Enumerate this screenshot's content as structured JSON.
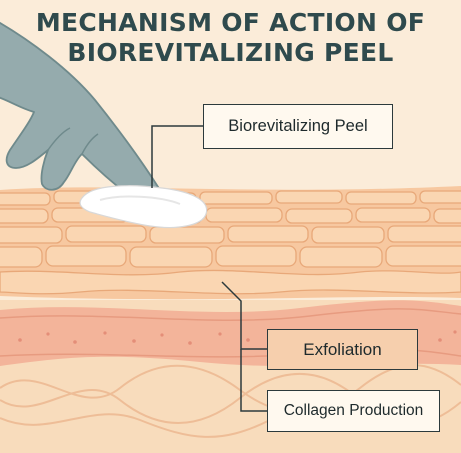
{
  "title": {
    "line1": "MECHANISM OF ACTION OF",
    "line2": "BIOREVITALIZING PEEL"
  },
  "labels": {
    "peel": "Biorevitalizing Peel",
    "exfoliation": "Exfoliation",
    "collagen": "Collagen Production"
  },
  "colors": {
    "background": "#fbecd9",
    "title": "#2f4a4d",
    "glove": "#95abad",
    "skin_cells": "#fad6b2",
    "cell_outline": "#e8a879",
    "dermis_band": "#f3b49a",
    "dermis_lower": "#f8dcbc",
    "wave_lines": "#eebd97",
    "peel_pad": "#ffffff",
    "label_border": "#2c3a3c"
  },
  "icons": [
    "gloved-hand-icon",
    "cotton-pad-icon"
  ]
}
